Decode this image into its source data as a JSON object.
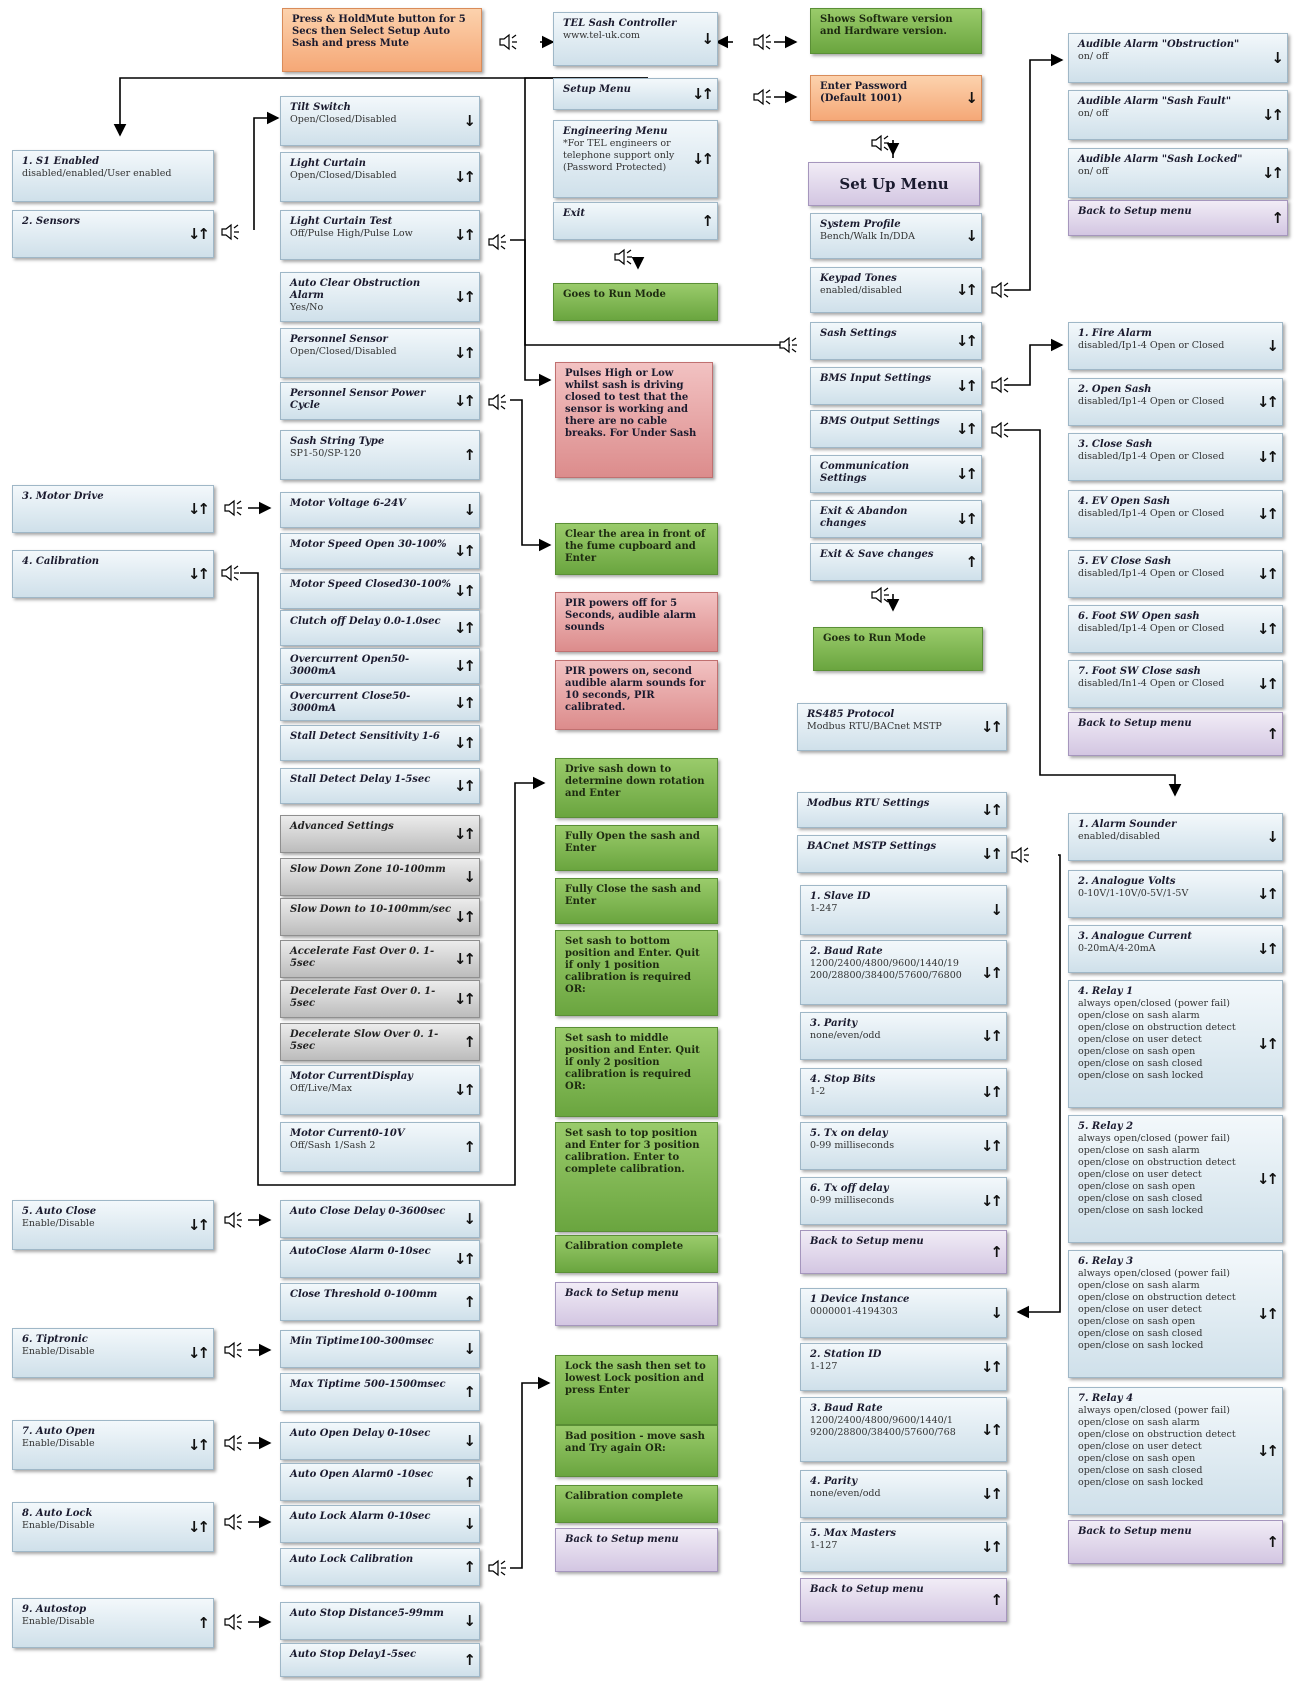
{
  "glyphs": {
    "up": "↑",
    "down": "↓",
    "updown": "↓↑"
  },
  "boxes": [
    {
      "id": "press-hold",
      "title": "Press & HoldMute  button for 5 Secs then Select Setup Auto Sash and press Mute",
      "sub": "",
      "style": "orange",
      "arrow": ""
    },
    {
      "id": "tel-controller",
      "title": "TEL Sash Controller",
      "sub": "www.tel-uk.com",
      "style": "blue",
      "arrow": "down"
    },
    {
      "id": "shows-software",
      "title": "Shows Software version and Hardware version.",
      "sub": "",
      "style": "green",
      "arrow": ""
    },
    {
      "id": "setup-menu",
      "title": "Setup Menu",
      "sub": "",
      "style": "blue",
      "arrow": "updown"
    },
    {
      "id": "enter-password",
      "title": "Enter Password (Default 1001)",
      "sub": "",
      "style": "orange",
      "arrow": "down"
    },
    {
      "id": "engineering-menu",
      "title": "Engineering Menu",
      "sub": "*For TEL engineers or telephone support only (Password Protected)",
      "style": "blue",
      "arrow": "updown"
    },
    {
      "id": "exit",
      "title": "Exit",
      "sub": "",
      "style": "blue",
      "arrow": "up"
    },
    {
      "id": "goes-run-1",
      "title": "Goes to Run Mode",
      "sub": "",
      "style": "green",
      "arrow": ""
    },
    {
      "id": "set-up-menu",
      "title": "Set Up Menu",
      "sub": "",
      "style": "lav",
      "arrow": "",
      "center": true
    },
    {
      "id": "system-profile",
      "title": "System Profile",
      "sub": "Bench/Walk In/DDA",
      "style": "blue",
      "arrow": "down"
    },
    {
      "id": "keypad-tones",
      "title": "Keypad Tones",
      "sub": "enabled/disabled",
      "style": "blue",
      "arrow": "updown"
    },
    {
      "id": "sash-settings",
      "title": "Sash Settings",
      "sub": "",
      "style": "blue",
      "arrow": "updown"
    },
    {
      "id": "bms-input",
      "title": "BMS Input Settings",
      "sub": "",
      "style": "blue",
      "arrow": "updown"
    },
    {
      "id": "bms-output",
      "title": "BMS Output Settings",
      "sub": "",
      "style": "blue",
      "arrow": "updown"
    },
    {
      "id": "communication",
      "title": "Communication Settings",
      "sub": "",
      "style": "blue",
      "arrow": "updown"
    },
    {
      "id": "exit-abandon",
      "title": "Exit & Abandon changes",
      "sub": "",
      "style": "blue",
      "arrow": "updown"
    },
    {
      "id": "exit-save",
      "title": "Exit & Save changes",
      "sub": "",
      "style": "blue",
      "arrow": "up"
    },
    {
      "id": "goes-run-2",
      "title": "Goes to Run Mode",
      "sub": "",
      "style": "green",
      "arrow": ""
    },
    {
      "id": "aa-obstruction",
      "title": "Audible Alarm \"Obstruction\"",
      "sub": "on/ off",
      "style": "blue",
      "arrow": "down"
    },
    {
      "id": "aa-sash-fault",
      "title": "Audible Alarm \"Sash Fault\"",
      "sub": "on/ off",
      "style": "blue",
      "arrow": "updown"
    },
    {
      "id": "aa-sash-locked",
      "title": "Audible Alarm \"Sash Locked\"",
      "sub": "on/ off",
      "style": "blue",
      "arrow": "updown"
    },
    {
      "id": "aa-back",
      "title": "Back to Setup menu",
      "sub": "",
      "style": "lav",
      "arrow": "up"
    },
    {
      "id": "s1-enabled",
      "title": "1.  S1 Enabled",
      "sub": "disabled/enabled/User enabled",
      "style": "blue",
      "arrow": ""
    },
    {
      "id": "sensors",
      "title": "2.  Sensors",
      "sub": "",
      "style": "blue",
      "arrow": "updown"
    },
    {
      "id": "tilt-switch",
      "title": "Tilt Switch",
      "sub": "Open/Closed/Disabled",
      "style": "blue",
      "arrow": "down"
    },
    {
      "id": "light-curtain",
      "title": "Light Curtain",
      "sub": "Open/Closed/Disabled",
      "style": "blue",
      "arrow": "updown"
    },
    {
      "id": "light-curtain-test",
      "title": "Light Curtain Test",
      "sub": "Off/Pulse High/Pulse Low",
      "style": "blue",
      "arrow": "updown"
    },
    {
      "id": "auto-clear",
      "title": "Auto Clear Obstruction Alarm",
      "sub": "Yes/No",
      "style": "blue",
      "arrow": "updown"
    },
    {
      "id": "personnel-sensor",
      "title": "Personnel Sensor",
      "sub": "Open/Closed/Disabled",
      "style": "blue",
      "arrow": "updown"
    },
    {
      "id": "personnel-power",
      "title": "Personnel Sensor Power Cycle",
      "sub": "",
      "style": "blue",
      "arrow": "updown"
    },
    {
      "id": "sash-string",
      "title": "Sash String Type",
      "sub": "SP1-50/SP-120",
      "style": "blue",
      "arrow": "up"
    },
    {
      "id": "motor-drive",
      "title": "3. Motor Drive",
      "sub": "",
      "style": "blue",
      "arrow": "updown"
    },
    {
      "id": "calibration",
      "title": "4. Calibration",
      "sub": "",
      "style": "blue",
      "arrow": "updown"
    },
    {
      "id": "motor-voltage",
      "title": "Motor Voltage 6-24V",
      "sub": "",
      "style": "blue",
      "arrow": "down"
    },
    {
      "id": "motor-speed-open",
      "title": "Motor Speed Open 30-100%",
      "sub": "",
      "style": "blue",
      "arrow": "updown"
    },
    {
      "id": "motor-speed-closed",
      "title": "Motor Speed Closed30-100%",
      "sub": "",
      "style": "blue",
      "arrow": "updown"
    },
    {
      "id": "clutch-off",
      "title": "Clutch off Delay 0.0-1.0sec",
      "sub": "",
      "style": "blue",
      "arrow": "updown"
    },
    {
      "id": "overcurrent-open",
      "title": "Overcurrent Open50-3000mA",
      "sub": "",
      "style": "blue",
      "arrow": "updown"
    },
    {
      "id": "overcurrent-close",
      "title": "Overcurrent Close50-3000mA",
      "sub": "",
      "style": "blue",
      "arrow": "updown"
    },
    {
      "id": "stall-sensitivity",
      "title": "Stall Detect Sensitivity 1-6",
      "sub": "",
      "style": "blue",
      "arrow": "updown"
    },
    {
      "id": "stall-delay",
      "title": "Stall Detect Delay 1-5sec",
      "sub": "",
      "style": "blue",
      "arrow": "updown"
    },
    {
      "id": "advanced",
      "title": "Advanced Settings",
      "sub": "",
      "style": "grey",
      "arrow": "updown"
    },
    {
      "id": "slow-zone",
      "title": "Slow Down Zone  10-100mm",
      "sub": "",
      "style": "grey",
      "arrow": "down"
    },
    {
      "id": "slow-to",
      "title": "Slow Down to 10-100mm/sec",
      "sub": "",
      "style": "grey",
      "arrow": "updown"
    },
    {
      "id": "accel-fast",
      "title": "Accelerate Fast Over 0. 1-5sec",
      "sub": "",
      "style": "grey",
      "arrow": "updown"
    },
    {
      "id": "decel-fast",
      "title": "Decelerate Fast Over  0. 1-5sec",
      "sub": "",
      "style": "grey",
      "arrow": "updown"
    },
    {
      "id": "decel-slow",
      "title": "Decelerate Slow Over 0. 1-5sec",
      "sub": "",
      "style": "grey",
      "arrow": "up"
    },
    {
      "id": "motor-current-display",
      "title": "Motor CurrentDisplay",
      "sub": "Off/Live/Max",
      "style": "blue",
      "arrow": "updown"
    },
    {
      "id": "motor-current-010",
      "title": "Motor Current0-10V",
      "sub": "Off/Sash 1/Sash 2",
      "style": "blue",
      "arrow": "up"
    },
    {
      "id": "pulses-note",
      "title": "Pulses High or Low whilst sash is driving closed to test that the sensor is working and there are no cable breaks. For Under Sash",
      "sub": "",
      "style": "red",
      "arrow": ""
    },
    {
      "id": "clear-area",
      "title": "Clear the area in front of the fume cupboard and Enter",
      "sub": "",
      "style": "green",
      "arrow": ""
    },
    {
      "id": "pir-off",
      "title": "PIR powers off for 5 Seconds, audible alarm sounds",
      "sub": "",
      "style": "red",
      "arrow": ""
    },
    {
      "id": "pir-on",
      "title": "PIR powers on, second audible alarm sounds for 10 seconds, PIR calibrated.",
      "sub": "",
      "style": "red",
      "arrow": ""
    },
    {
      "id": "drive-down",
      "title": "Drive sash down to determine down rotation and Enter",
      "sub": "",
      "style": "green",
      "arrow": ""
    },
    {
      "id": "fully-open",
      "title": "Fully Open the sash and Enter",
      "sub": "",
      "style": "green",
      "arrow": ""
    },
    {
      "id": "fully-close",
      "title": "Fully Close the sash and Enter",
      "sub": "",
      "style": "green",
      "arrow": ""
    },
    {
      "id": "set-bottom",
      "title": "Set sash to bottom position and Enter. Quit if only 1 position calibration is required OR:",
      "sub": "",
      "style": "green",
      "arrow": ""
    },
    {
      "id": "set-middle",
      "title": "Set sash to middle position and Enter. Quit if only 2 position calibration is required OR:",
      "sub": "",
      "style": "green",
      "arrow": ""
    },
    {
      "id": "set-top",
      "title": "Set sash to top position and Enter for 3 position calibration. Enter to complete calibration.",
      "sub": "",
      "style": "green",
      "arrow": ""
    },
    {
      "id": "cal-complete-1",
      "title": "Calibration complete",
      "sub": "",
      "style": "green",
      "arrow": ""
    },
    {
      "id": "back-setup-1",
      "title": "Back to Setup menu",
      "sub": "",
      "style": "lav",
      "arrow": ""
    },
    {
      "id": "fire-alarm",
      "title": "1.  Fire Alarm",
      "sub": "disabled/Ip1-4 Open or Closed",
      "style": "blue",
      "arrow": "down"
    },
    {
      "id": "open-sash",
      "title": "2.  Open Sash",
      "sub": "disabled/Ip1-4 Open or Closed",
      "style": "blue",
      "arrow": "updown"
    },
    {
      "id": "close-sash",
      "title": "3.  Close Sash",
      "sub": "disabled/Ip1-4 Open or Closed",
      "style": "blue",
      "arrow": "updown"
    },
    {
      "id": "ev-open-sash",
      "title": "4.  EV Open Sash",
      "sub": "disabled/Ip1-4 Open or Closed",
      "style": "blue",
      "arrow": "updown"
    },
    {
      "id": "ev-close-sash",
      "title": "5.  EV Close Sash",
      "sub": "disabled/Ip1-4 Open or Closed",
      "style": "blue",
      "arrow": "updown"
    },
    {
      "id": "foot-open",
      "title": "6.  Foot SW Open sash",
      "sub": "disabled/Ip1-4 Open or Closed",
      "style": "blue",
      "arrow": "updown"
    },
    {
      "id": "foot-close",
      "title": "7.  Foot SW Close sash",
      "sub": "disabled/In1-4 Open or Closed",
      "style": "blue",
      "arrow": "updown"
    },
    {
      "id": "bms-in-back",
      "title": "Back to Setup menu",
      "sub": "",
      "style": "lav",
      "arrow": "up"
    },
    {
      "id": "rs485",
      "title": "RS485 Protocol",
      "sub": "Modbus RTU/BACnet MSTP",
      "style": "blue",
      "arrow": "updown"
    },
    {
      "id": "modbus-rtu",
      "title": "Modbus RTU Settings",
      "sub": "",
      "style": "blue",
      "arrow": "updown"
    },
    {
      "id": "bacnet-mstp",
      "title": "BACnet MSTP Settings",
      "sub": "",
      "style": "blue",
      "arrow": "updown"
    },
    {
      "id": "slave-id",
      "title": "1.  Slave ID",
      "sub": "1-247",
      "style": "blue",
      "arrow": "down"
    },
    {
      "id": "baud-rate-1",
      "title": "2.  Baud Rate",
      "sub": "1200/2400/4800/9600/1440/19 200/28800/38400/57600/76800",
      "style": "blue",
      "arrow": "updown"
    },
    {
      "id": "parity-1",
      "title": "3.  Parity",
      "sub": "none/even/odd",
      "style": "blue",
      "arrow": "updown"
    },
    {
      "id": "stop-bits",
      "title": "4.  Stop Bits",
      "sub": "1-2",
      "style": "blue",
      "arrow": "updown"
    },
    {
      "id": "tx-on",
      "title": "5.  Tx on delay",
      "sub": "0-99 milliseconds",
      "style": "blue",
      "arrow": "updown"
    },
    {
      "id": "tx-off",
      "title": "6.  Tx off delay",
      "sub": "0-99 milliseconds",
      "style": "blue",
      "arrow": "updown"
    },
    {
      "id": "modbus-back",
      "title": "Back to Setup menu",
      "sub": "",
      "style": "lav",
      "arrow": "up"
    },
    {
      "id": "alarm-sounder",
      "title": "1.  Alarm Sounder",
      "sub": "enabled/disabled",
      "style": "blue",
      "arrow": "down"
    },
    {
      "id": "analogue-volts",
      "title": "2.  Analogue Volts",
      "sub": "0-10V/1-10V/0-5V/1-5V",
      "style": "blue",
      "arrow": "updown"
    },
    {
      "id": "analogue-current",
      "title": "3.  Analogue Current",
      "sub": "0-20mA/4-20mA",
      "style": "blue",
      "arrow": "updown"
    },
    {
      "id": "relay-1",
      "title": "4.  Relay 1",
      "sub": "always open/closed (power fail)\nopen/close on sash alarm\nopen/close on obstruction detect\nopen/close on user detect\nopen/close on sash open\nopen/close on sash closed\nopen/close on sash locked",
      "style": "blue",
      "arrow": "updown"
    },
    {
      "id": "relay-2",
      "title": "5.  Relay 2",
      "sub": "always open/closed (power fail)\nopen/close on sash alarm\nopen/close on obstruction detect\nopen/close on user detect\nopen/close on sash open\nopen/close on sash closed\nopen/close on sash locked",
      "style": "blue",
      "arrow": "updown"
    },
    {
      "id": "relay-3",
      "title": "6.  Relay 3",
      "sub": "always open/closed (power fail)\nopen/close on sash alarm\nopen/close on obstruction detect\nopen/close on user detect\nopen/close on sash open\nopen/close on sash closed\nopen/close on sash locked",
      "style": "blue",
      "arrow": "updown"
    },
    {
      "id": "relay-4",
      "title": "7.  Relay 4",
      "sub": "always open/closed (power fail)\nopen/close on sash alarm\nopen/close on obstruction detect\nopen/close on user detect\nopen/close on sash open\nopen/close on sash closed\nopen/close on sash locked",
      "style": "blue",
      "arrow": "updown"
    },
    {
      "id": "bms-out-back",
      "title": "Back to Setup menu",
      "sub": "",
      "style": "lav",
      "arrow": "up"
    },
    {
      "id": "device-instance",
      "title": "1  Device Instance",
      "sub": "0000001-4194303",
      "style": "blue",
      "arrow": "down"
    },
    {
      "id": "station-id",
      "title": "2.  Station ID",
      "sub": "1-127",
      "style": "blue",
      "arrow": "updown"
    },
    {
      "id": "baud-rate-2",
      "title": "3.  Baud Rate",
      "sub": "1200/2400/4800/9600/1440/1 9200/28800/38400/57600/768",
      "style": "blue",
      "arrow": "updown"
    },
    {
      "id": "parity-2",
      "title": "4.  Parity",
      "sub": "none/even/odd",
      "style": "blue",
      "arrow": "updown"
    },
    {
      "id": "max-masters",
      "title": "5.  Max Masters",
      "sub": "1-127",
      "style": "blue",
      "arrow": "updown"
    },
    {
      "id": "bacnet-back",
      "title": "Back to Setup menu",
      "sub": "",
      "style": "lav",
      "arrow": "up"
    },
    {
      "id": "auto-close",
      "title": "5.  Auto Close",
      "sub": "Enable/Disable",
      "style": "blue",
      "arrow": "updown"
    },
    {
      "id": "auto-close-delay",
      "title": "Auto Close Delay 0-3600sec",
      "sub": "",
      "style": "blue",
      "arrow": "down"
    },
    {
      "id": "autoclose-alarm",
      "title": "AutoClose Alarm 0-10sec",
      "sub": "",
      "style": "blue",
      "arrow": "updown"
    },
    {
      "id": "close-threshold",
      "title": "Close Threshold  0-100mm",
      "sub": "",
      "style": "blue",
      "arrow": "up"
    },
    {
      "id": "tiptronic",
      "title": "6.  Tiptronic",
      "sub": "Enable/Disable",
      "style": "blue",
      "arrow": "updown"
    },
    {
      "id": "min-tiptime",
      "title": "Min Tiptime100-300msec",
      "sub": "",
      "style": "blue",
      "arrow": "down"
    },
    {
      "id": "max-tiptime",
      "title": "Max Tiptime 500-1500msec",
      "sub": "",
      "style": "blue",
      "arrow": "up"
    },
    {
      "id": "auto-open",
      "title": "7.  Auto Open",
      "sub": "Enable/Disable",
      "style": "blue",
      "arrow": "updown"
    },
    {
      "id": "auto-open-delay",
      "title": "Auto Open Delay 0-10sec",
      "sub": "",
      "style": "blue",
      "arrow": "down"
    },
    {
      "id": "auto-open-alarm",
      "title": "Auto Open Alarm0 -10sec",
      "sub": "",
      "style": "blue",
      "arrow": "up"
    },
    {
      "id": "auto-lock",
      "title": "8.  Auto Lock",
      "sub": "Enable/Disable",
      "style": "blue",
      "arrow": "updown"
    },
    {
      "id": "auto-lock-alarm",
      "title": "Auto Lock Alarm 0-10sec",
      "sub": "",
      "style": "blue",
      "arrow": "down"
    },
    {
      "id": "auto-lock-cal",
      "title": "Auto Lock Calibration",
      "sub": "",
      "style": "blue",
      "arrow": "up"
    },
    {
      "id": "lock-sash",
      "title": "Lock the sash then set to lowest Lock position and press Enter",
      "sub": "",
      "style": "green",
      "arrow": ""
    },
    {
      "id": "bad-position",
      "title": "Bad position - move sash and Try again OR:",
      "sub": "",
      "style": "green",
      "arrow": ""
    },
    {
      "id": "cal-complete-2",
      "title": "Calibration complete",
      "sub": "",
      "style": "green",
      "arrow": ""
    },
    {
      "id": "back-setup-2",
      "title": "Back to Setup menu",
      "sub": "",
      "style": "lav",
      "arrow": ""
    },
    {
      "id": "autostop",
      "title": "9.  Autostop",
      "sub": "Enable/Disable",
      "style": "blue",
      "arrow": "up"
    },
    {
      "id": "auto-stop-distance",
      "title": "Auto Stop Distance5-99mm",
      "sub": "",
      "style": "blue",
      "arrow": "down"
    },
    {
      "id": "auto-stop-delay",
      "title": "Auto Stop Delay1-5sec",
      "sub": "",
      "style": "blue",
      "arrow": "up"
    }
  ]
}
